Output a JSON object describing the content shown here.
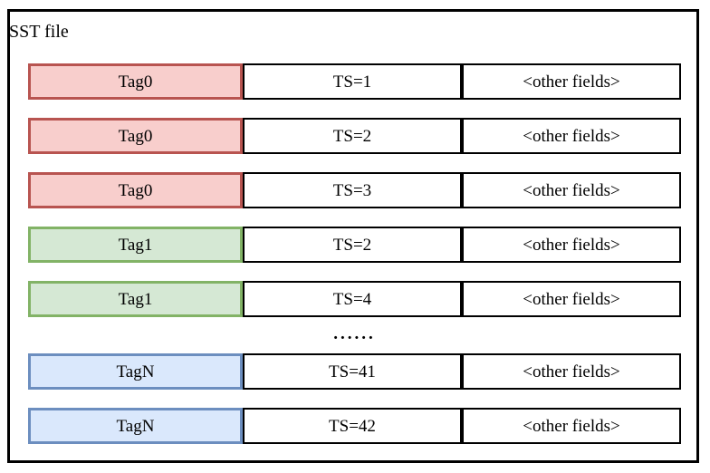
{
  "diagram": {
    "title": "SST file",
    "ellipsis": "......",
    "ellipsis_after_row": 4,
    "colors": {
      "red-fill": "#f8cecc",
      "red-border": "#b85450",
      "green-fill": "#d5e8d4",
      "green-border": "#82b366",
      "blue-fill": "#dae8fc",
      "blue-border": "#6c8ebf",
      "field-fill": "#ffffff",
      "field-border": "#000000",
      "frame-border": "#000000"
    },
    "rows": [
      {
        "tag": "Tag0",
        "ts": "TS=1",
        "other": "<other fields>",
        "color": "red"
      },
      {
        "tag": "Tag0",
        "ts": "TS=2",
        "other": "<other fields>",
        "color": "red"
      },
      {
        "tag": "Tag0",
        "ts": "TS=3",
        "other": "<other fields>",
        "color": "red"
      },
      {
        "tag": "Tag1",
        "ts": "TS=2",
        "other": "<other fields>",
        "color": "green"
      },
      {
        "tag": "Tag1",
        "ts": "TS=4",
        "other": "<other fields>",
        "color": "green"
      },
      {
        "tag": "TagN",
        "ts": "TS=41",
        "other": "<other fields>",
        "color": "blue"
      },
      {
        "tag": "TagN",
        "ts": "TS=42",
        "other": "<other fields>",
        "color": "blue"
      }
    ]
  }
}
